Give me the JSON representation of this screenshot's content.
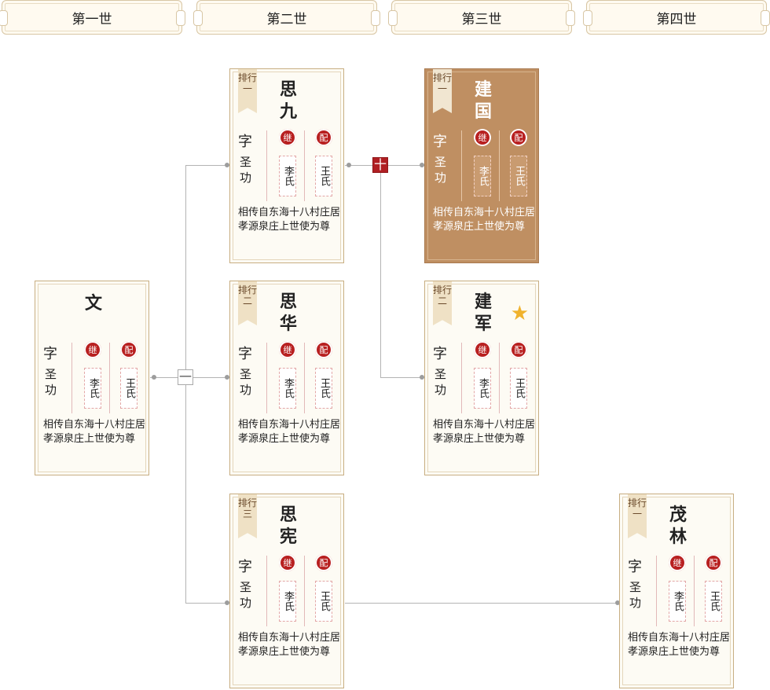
{
  "generations": [
    "第一世",
    "第二世",
    "第三世",
    "第四世"
  ],
  "cards": {
    "wen": {
      "name": "文",
      "rank": "",
      "zi": "字",
      "style": "圣功",
      "badge_heir": "继",
      "badge_spouse": "配",
      "heir": "李氏",
      "spouse": "王氏",
      "bio": "相传自东海十八村庄居孝源泉庄上世使为尊"
    },
    "sijiu": {
      "name": "思九",
      "rank": "排行一",
      "zi": "字",
      "style": "圣功",
      "badge_heir": "继",
      "badge_spouse": "配",
      "heir": "李氏",
      "spouse": "王氏",
      "bio": "相传自东海十八村庄居孝源泉庄上世使为尊"
    },
    "sihua": {
      "name": "思华",
      "rank": "排行二",
      "zi": "字",
      "style": "圣功",
      "badge_heir": "继",
      "badge_spouse": "配",
      "heir": "李氏",
      "spouse": "王氏",
      "bio": "相传自东海十八村庄居孝源泉庄上世使为尊"
    },
    "sixian": {
      "name": "思宪",
      "rank": "排行三",
      "zi": "字",
      "style": "圣功",
      "badge_heir": "继",
      "badge_spouse": "配",
      "heir": "李氏",
      "spouse": "王氏",
      "bio": "相传自东海十八村庄居孝源泉庄上世使为尊"
    },
    "jianguo": {
      "name": "建国",
      "rank": "排行一",
      "zi": "字",
      "style": "圣功",
      "badge_heir": "继",
      "badge_spouse": "配",
      "heir": "李氏",
      "spouse": "王氏",
      "bio": "相传自东海十八村庄居孝源泉庄上世使为尊"
    },
    "jianjun": {
      "name": "建军",
      "rank": "排行二",
      "zi": "字",
      "style": "圣功",
      "badge_heir": "继",
      "badge_spouse": "配",
      "heir": "李氏",
      "spouse": "王氏",
      "bio": "相传自东海十八村庄居孝源泉庄上世使为尊"
    },
    "maolin": {
      "name": "茂林",
      "rank": "排行一",
      "zi": "字",
      "style": "圣功",
      "badge_heir": "继",
      "badge_spouse": "配",
      "heir": "李氏",
      "spouse": "王氏",
      "bio": "相传自东海十八村庄居孝源泉庄上世使为尊"
    }
  },
  "toggles": {
    "collapse": "一",
    "expand": "十"
  },
  "colors": {
    "card_bg": "#fdfbf4",
    "active_card_bg": "#bf8f62",
    "seal_red": "#b82020",
    "expand_red": "#b01f23",
    "star": "#f0b22d"
  }
}
